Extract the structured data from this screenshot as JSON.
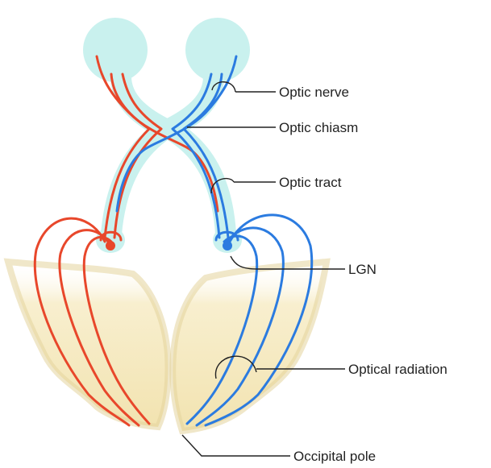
{
  "labels": {
    "optic_nerve": "Optic nerve",
    "optic_chiasm": "Optic chiasm",
    "optic_tract": "Optic tract",
    "lgn": "LGN",
    "optical_radiation": "Optical radiation",
    "occipital_pole": "Occipital pole"
  },
  "colors": {
    "left_pathway": "#e8472b",
    "right_pathway": "#2b7be0",
    "eye_and_tract_halo": "#c9f1ee",
    "cortex_fill": "#f6ebc4",
    "cortex_edge": "#e6d9a6",
    "text": "#222222"
  }
}
